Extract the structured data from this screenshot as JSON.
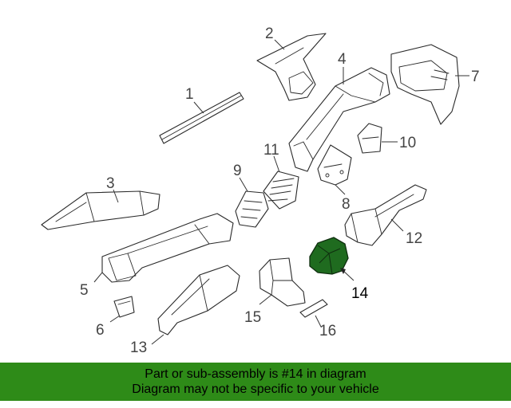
{
  "callouts": {
    "c1": "1",
    "c2": "2",
    "c3": "3",
    "c4": "4",
    "c5": "5",
    "c6": "6",
    "c7": "7",
    "c8": "8",
    "c9": "9",
    "c10": "10",
    "c11": "11",
    "c12": "12",
    "c13": "13",
    "c14": "14",
    "c15": "15",
    "c16": "16"
  },
  "highlighted_part": "14",
  "colors": {
    "highlight": "#1f6b1f",
    "banner": "#2e8b18",
    "line": "#2a2a2a"
  },
  "banner": {
    "line1": "Part or sub-assembly is #14 in diagram",
    "line2": "Diagram may not be specific to your vehicle"
  }
}
